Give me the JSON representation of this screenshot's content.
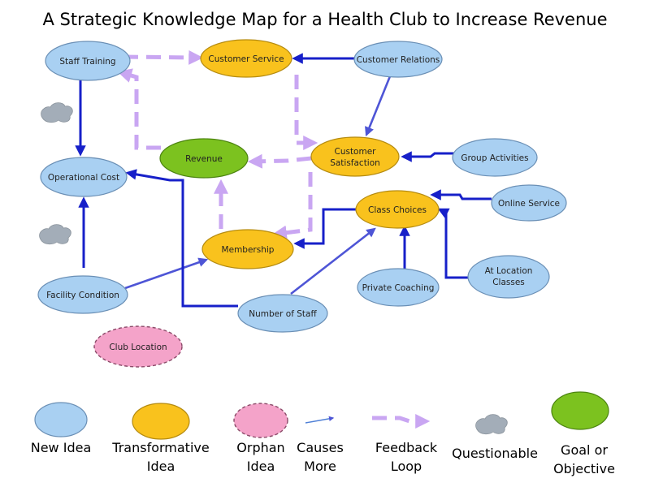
{
  "title": "A Strategic Knowledge Map for a Health Club to Increase Revenue",
  "nodes": {
    "staff_training": "Staff Training",
    "customer_service": "Customer Service",
    "customer_relations": "Customer Relations",
    "customer_satisfaction_1": "Customer",
    "customer_satisfaction_2": "Satisfaction",
    "revenue": "Revenue",
    "operational_cost": "Operational Cost",
    "group_activities": "Group Activities",
    "online_service": "Online Service",
    "class_choices": "Class Choices",
    "membership": "Membership",
    "facility_condition": "Facility Condition",
    "private_coaching": "Private Coaching",
    "at_location_1": "At Location",
    "at_location_2": "Classes",
    "number_of_staff": "Number of Staff",
    "club_location": "Club Location"
  },
  "legend": {
    "new_idea": "New Idea",
    "transformative_1": "Transformative",
    "transformative_2": "Idea",
    "orphan_1": "Orphan",
    "orphan_2": "Idea",
    "causes_1": "Causes",
    "causes_2": "More",
    "feedback_1": "Feedback",
    "feedback_2": "Loop",
    "questionable": "Questionable",
    "goal_1": "Goal or",
    "goal_2": "Objective"
  },
  "colors": {
    "new_idea": "#a9d0f2",
    "transformative": "#f9c21d",
    "orphan": "#f4a3c9",
    "goal": "#7cc21f",
    "questionable": "#a3adb8",
    "causes_arrow": "#1720c9",
    "feedback_arrow": "#c9a6f2"
  },
  "icons": {
    "questionable": "cloud-icon",
    "causes": "arrow-right-icon",
    "feedback": "dashed-arrow-icon"
  }
}
